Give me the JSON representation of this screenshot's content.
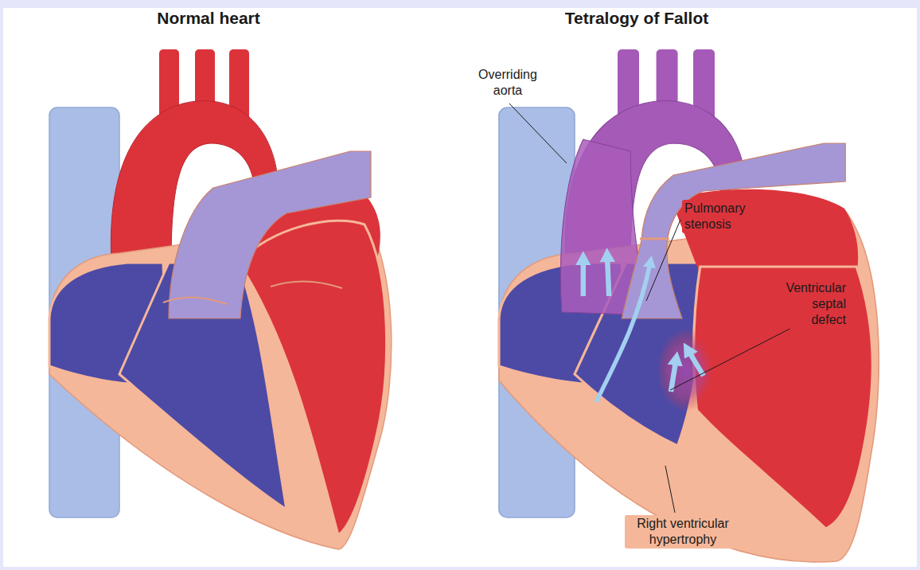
{
  "diagram": {
    "labels": [
      "Normal heart",
      "Tetralogy of Fallot",
      "Overriding aorta",
      "Pulmonary stenosis",
      "Ventricular septal defect",
      "Right ventricular hypertrophy"
    ]
  }
}
